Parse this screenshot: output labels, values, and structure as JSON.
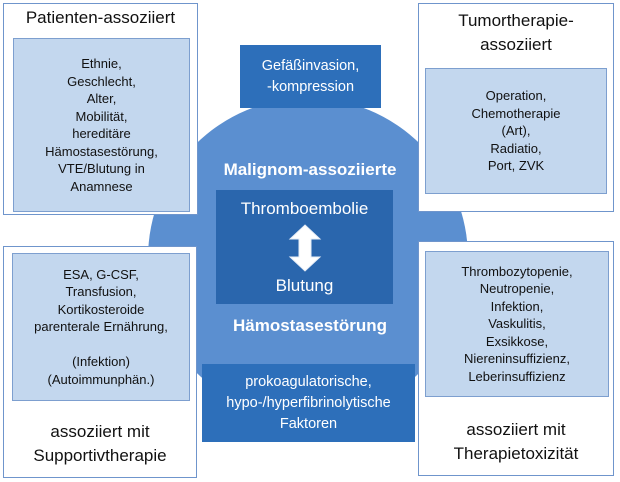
{
  "center": {
    "top_label": "Malignom-assoziierte",
    "bottom_label": "Hämostasestörung",
    "core_top": "Thromboembolie",
    "core_bottom": "Blutung",
    "arrow_icon": "double-arrow-vertical-icon"
  },
  "top_box": {
    "lines": [
      "Gefäßinvasion,",
      "-kompression"
    ]
  },
  "bottom_box": {
    "lines": [
      "prokoagulatorische,",
      "hypo-/hyperfibrinolytische",
      "Faktoren"
    ]
  },
  "patient": {
    "title": "Patienten-assoziiert",
    "items": [
      "Ethnie,",
      "Geschlecht,",
      "Alter,",
      "Mobilität,",
      "hereditäre",
      "Hämostasestörung,",
      "VTE/Blutung in",
      "Anamnese"
    ]
  },
  "therapy": {
    "title_lines": [
      "Tumortherapie-",
      "assoziiert"
    ],
    "items": [
      "Operation,",
      "Chemotherapie",
      "(Art),",
      "Radiatio,",
      "Port, ZVK"
    ]
  },
  "support": {
    "title_lines": [
      "assoziiert mit",
      "Supportivtherapie"
    ],
    "items": [
      "ESA, G-CSF,",
      "Transfusion,",
      "Kortikosteroide",
      "parenterale Ernährung,",
      "",
      "(Infektion)",
      "(Autoimmunphän.)"
    ]
  },
  "toxicity": {
    "title_lines": [
      "assoziiert mit",
      "Therapietoxizität"
    ],
    "items": [
      "Thrombozytopenie,",
      "Neutropenie,",
      "Infektion,",
      "Vaskulitis,",
      "Exsikkose,",
      "Niereninsuffizienz,",
      "Leberinsuffizienz"
    ]
  },
  "colors": {
    "circle": "#5b8fd0",
    "core": "#2a66ad",
    "dark_box": "#2d6fba",
    "light_box": "#c3d7ee",
    "outline": "#6f95cc"
  }
}
